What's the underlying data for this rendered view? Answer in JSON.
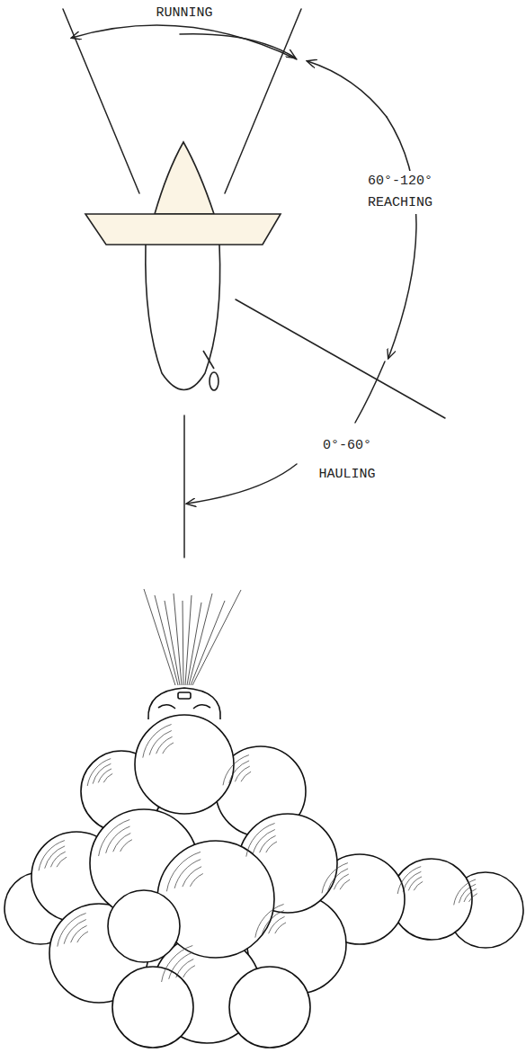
{
  "diagram": {
    "labels": [
      "RUNNING",
      "60°-120° REACHING",
      "0°-60° HAULING"
    ]
  }
}
